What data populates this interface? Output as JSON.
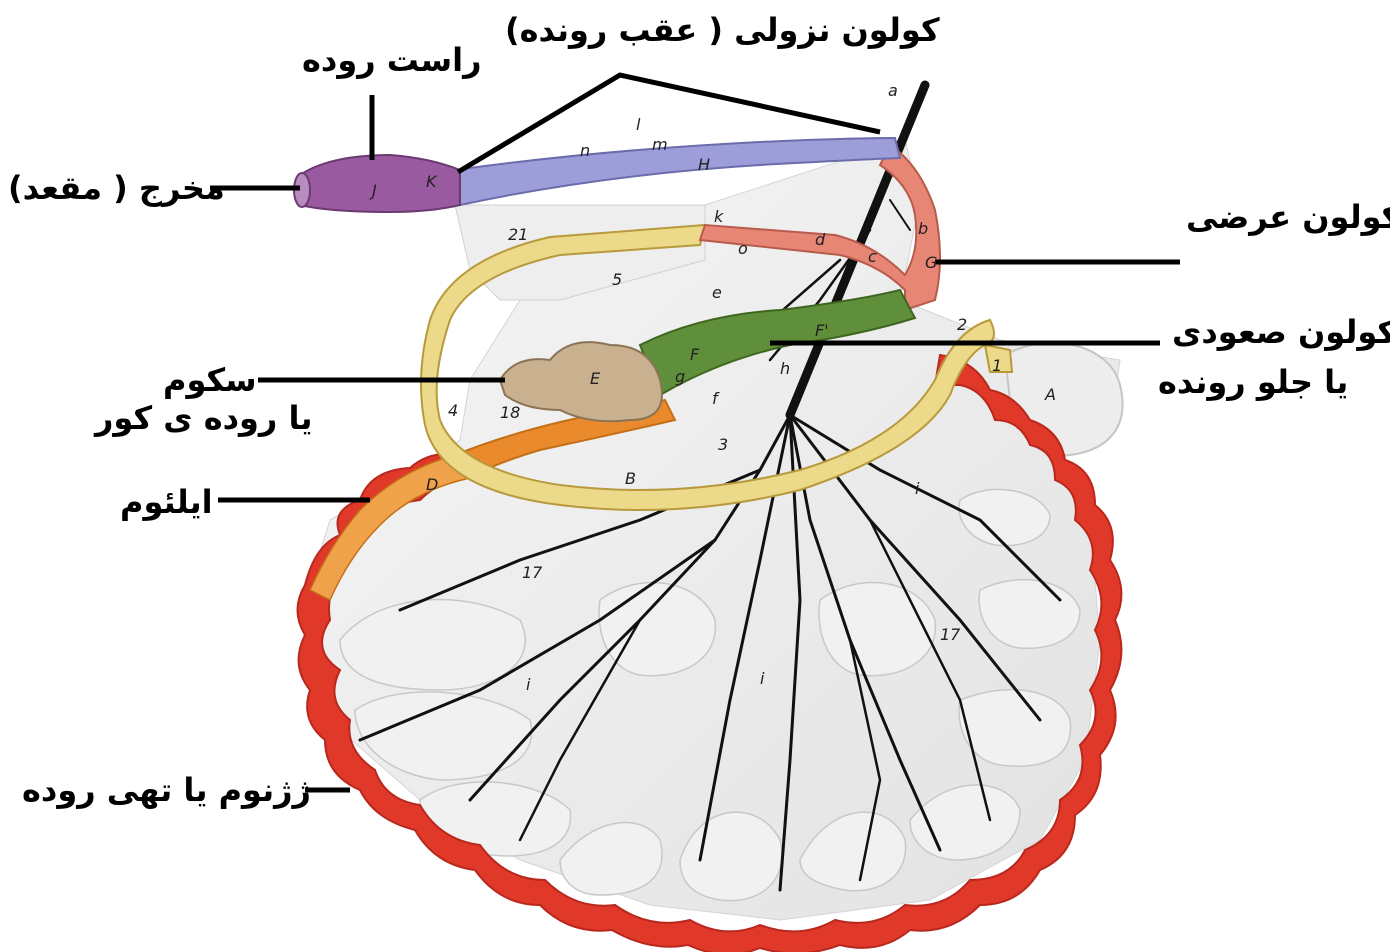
{
  "labels": {
    "descending_colon": "کولون نزولی ( عقب رونده)",
    "rectum": "راست روده",
    "anus": "مخرج ( مقعد)",
    "transverse_colon": "کولون عرضی",
    "ascending_colon_1": "کولون صعودی",
    "ascending_colon_2": "یا جلو رونده",
    "cecum_1": "سکوم",
    "cecum_2": "یا روده ی کور",
    "ileum": "ایلئوم",
    "jejunum": "ژژنوم یا تهی روده"
  },
  "markers": {
    "n17a": "17",
    "n17b": "17",
    "n18": "18",
    "n21": "21",
    "n1": "1",
    "n2": "2",
    "n3": "3",
    "n4": "4",
    "n5": "5",
    "A": "A",
    "B": "B",
    "D": "D",
    "E": "E",
    "F": "F",
    "F2": "F'",
    "G": "G",
    "H": "H",
    "J": "J",
    "K": "K",
    "a": "a",
    "b": "b",
    "c": "c",
    "d": "d",
    "e": "e",
    "f": "f",
    "g": "g",
    "h": "h",
    "i1": "i",
    "i2": "i",
    "i3": "i",
    "k": "k",
    "l": "l",
    "m": "m",
    "n": "n",
    "o": "o"
  },
  "colors": {
    "jejunum": "#e0392a",
    "ileum": "#e98a2c",
    "cecum": "#c9b08f",
    "ascending_colon": "#5f8f3a",
    "transverse_colon": "#e88676",
    "descending_colon": "#9d9ed9",
    "rectum": "#9a5aa0",
    "small_loop": "#ecd98a",
    "mesentery": "#ececec",
    "vessels": "#111111"
  }
}
